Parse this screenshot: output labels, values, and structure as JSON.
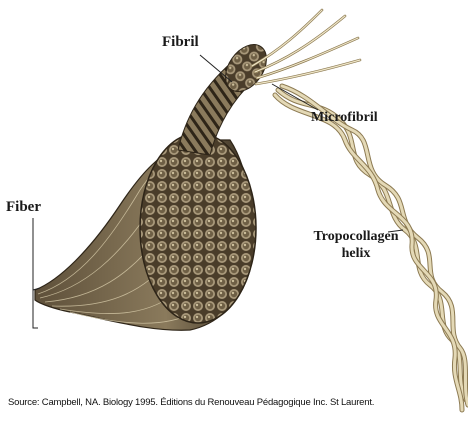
{
  "labels": {
    "fibril": "Fibril",
    "microfibril": "Microfibril",
    "fiber": "Fiber",
    "tropocollagen_line1": "Tropocollagen",
    "tropocollagen_line2": "helix"
  },
  "caption": "Source: Campbell, NA. Biology 1995. Éditions du Renouveau Pédagogique Inc. St Laurent.",
  "colors": {
    "fiber_fill": "#7a6a4e",
    "fiber_dark": "#2e2518",
    "strand_light": "#e4d9b6",
    "strand_edge": "#8c7a52",
    "line": "#222222"
  }
}
